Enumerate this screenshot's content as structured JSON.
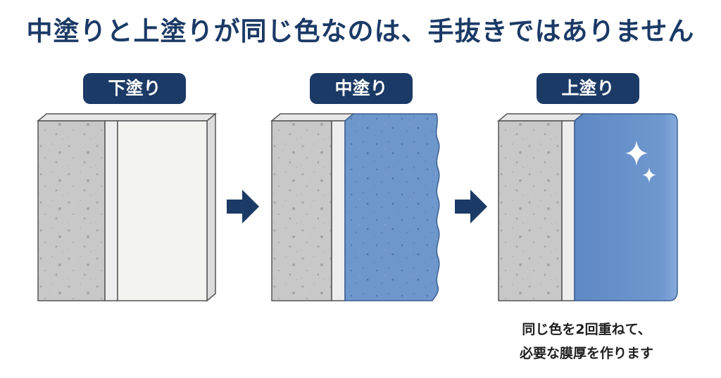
{
  "title": "中塗りと上塗りが同じ色なのは、手抜きではありません",
  "steps": [
    {
      "label": "下塗り",
      "coat_color": "#f3f3f0"
    },
    {
      "label": "中塗り",
      "coat_color": "#6e97cc"
    },
    {
      "label": "上塗り",
      "coat_color": "#6b94ce"
    }
  ],
  "caption": {
    "line1": "同じ色を2回重ねて、",
    "line2": "必要な膜厚を作ります"
  },
  "colors": {
    "navy": "#1b3a66",
    "concrete": "#c9c9c9",
    "primer": "#f3f3f0",
    "blue": "#6e97cc"
  },
  "icons": [
    "right-arrow-icon",
    "sparkle-icon"
  ]
}
